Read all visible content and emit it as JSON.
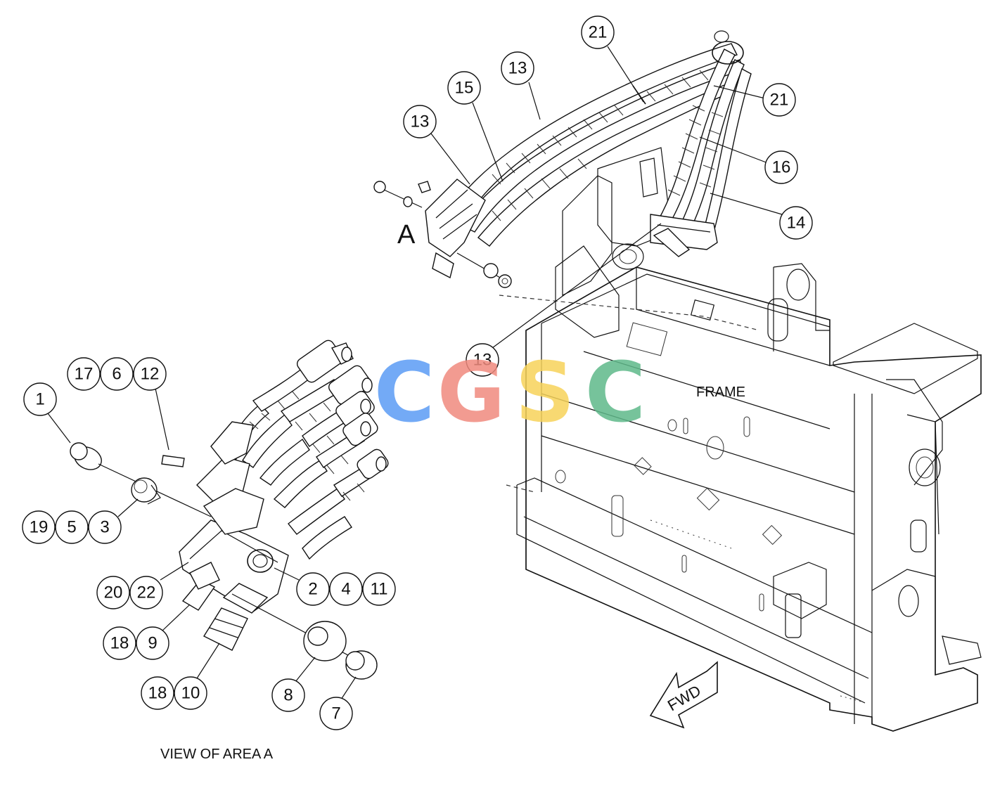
{
  "labels": {
    "area_a_marker": "A",
    "frame": "FRAME",
    "view_caption": "VIEW OF AREA A",
    "fwd": "FWD"
  },
  "watermark": {
    "letters": [
      "C",
      "G",
      "S",
      "C"
    ],
    "colors": [
      "#5b9cf5",
      "#f08a7e",
      "#f7d35a",
      "#5fb98a"
    ]
  },
  "callouts": [
    "21",
    "13",
    "15",
    "13",
    "21",
    "16",
    "14",
    "13",
    "17",
    "6",
    "12",
    "1",
    "19",
    "5",
    "3",
    "20",
    "22",
    "2",
    "4",
    "11",
    "18",
    "9",
    "18",
    "10",
    "8",
    "7"
  ]
}
